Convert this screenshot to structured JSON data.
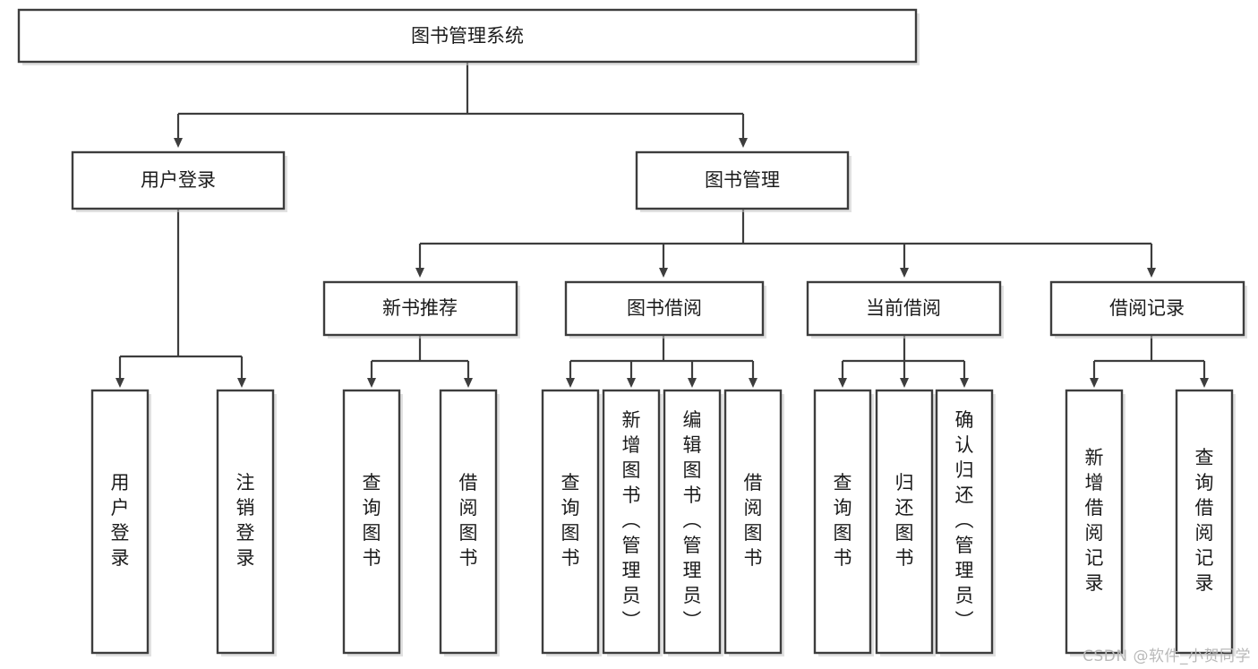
{
  "diagram": {
    "type": "tree-hierarchy-chart",
    "title": "图书管理系统",
    "orientation": "top-down",
    "colors": {
      "box_stroke": "#3d3d3d",
      "box_fill": "#ffffff",
      "connector": "#3d3d3d",
      "background": "#ffffff",
      "watermark": "#b9b9b9"
    },
    "nodes": {
      "root": {
        "label": "图书管理系统",
        "orientation": "horizontal"
      },
      "level2": [
        {
          "id": "user-login",
          "label": "用户登录",
          "orientation": "horizontal"
        },
        {
          "id": "book-manage",
          "label": "图书管理",
          "orientation": "horizontal"
        }
      ],
      "level3": [
        {
          "id": "new-book-rec",
          "label": "新书推荐",
          "orientation": "horizontal"
        },
        {
          "id": "book-borrow",
          "label": "图书借阅",
          "orientation": "horizontal"
        },
        {
          "id": "current-borrow",
          "label": "当前借阅",
          "orientation": "horizontal"
        },
        {
          "id": "borrow-record",
          "label": "借阅记录",
          "orientation": "horizontal"
        }
      ],
      "leaves": [
        {
          "id": "leaf-user-login",
          "label": "用户登录",
          "parent": "user-login",
          "orientation": "vertical"
        },
        {
          "id": "leaf-logout",
          "label": "注销登录",
          "parent": "user-login",
          "orientation": "vertical"
        },
        {
          "id": "leaf-query-book-rec",
          "label": "查询图书",
          "parent": "new-book-rec",
          "orientation": "vertical"
        },
        {
          "id": "leaf-borrow-book-rec",
          "label": "借阅图书",
          "parent": "new-book-rec",
          "orientation": "vertical"
        },
        {
          "id": "leaf-query-book-b",
          "label": "查询图书",
          "parent": "book-borrow",
          "orientation": "vertical"
        },
        {
          "id": "leaf-add-book",
          "label": "新增图书（管理员）",
          "parent": "book-borrow",
          "orientation": "vertical"
        },
        {
          "id": "leaf-edit-book",
          "label": "编辑图书（管理员）",
          "parent": "book-borrow",
          "orientation": "vertical"
        },
        {
          "id": "leaf-borrow-book-b",
          "label": "借阅图书",
          "parent": "book-borrow",
          "orientation": "vertical"
        },
        {
          "id": "leaf-query-book-c",
          "label": "查询图书",
          "parent": "current-borrow",
          "orientation": "vertical"
        },
        {
          "id": "leaf-return-book",
          "label": "归还图书",
          "parent": "current-borrow",
          "orientation": "vertical"
        },
        {
          "id": "leaf-confirm-return",
          "label": "确认归还（管理员）",
          "parent": "current-borrow",
          "orientation": "vertical"
        },
        {
          "id": "leaf-add-record",
          "label": "新增借阅记录",
          "parent": "borrow-record",
          "orientation": "vertical"
        },
        {
          "id": "leaf-query-record",
          "label": "查询借阅记录",
          "parent": "borrow-record",
          "orientation": "vertical"
        }
      ]
    },
    "watermark": "CSDN @软件_小贺同学"
  }
}
